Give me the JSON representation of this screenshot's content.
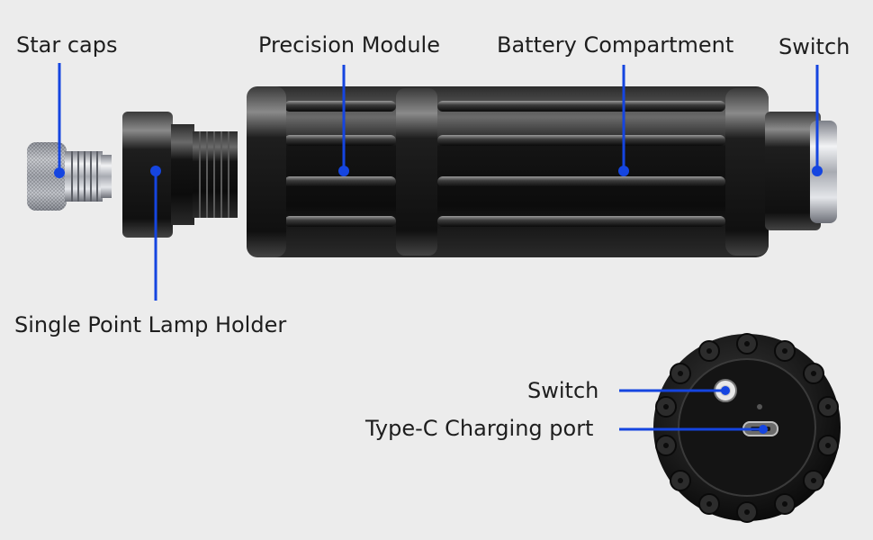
{
  "labels": {
    "star_caps": "Star caps",
    "precision_module": "Precision Module",
    "battery_compartment": "Battery Compartment",
    "switch_top": "Switch",
    "lamp_holder": "Single Point Lamp Holder",
    "switch_bottom": "Switch",
    "charging_port": "Type-C Charging port"
  },
  "colors": {
    "background": "#ececec",
    "callout": "#1545e0",
    "label_text": "#1e1e1e",
    "metal_dark": "#1b1b1b",
    "metal_chrome": "#c9ccd1"
  }
}
